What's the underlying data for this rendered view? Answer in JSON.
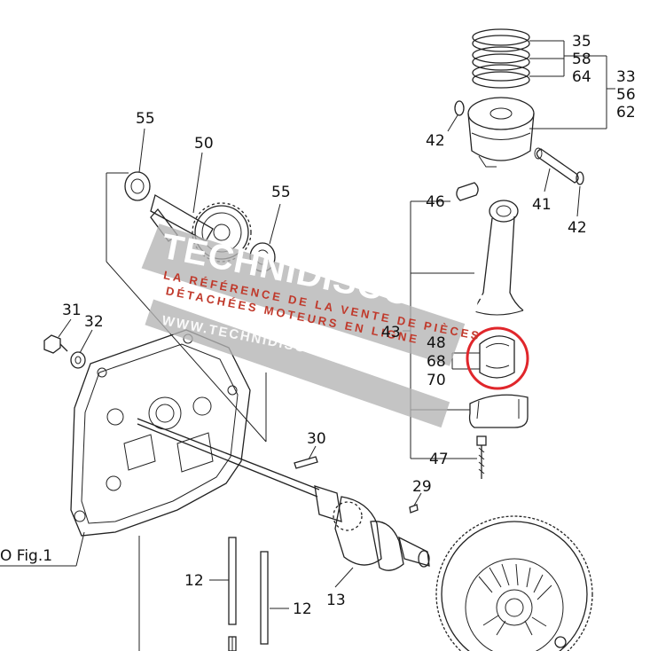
{
  "callouts": {
    "p35": "35",
    "p58": "58",
    "p64": "64",
    "p33": "33",
    "p56": "56",
    "p62": "62",
    "p42a": "42",
    "p42b": "42",
    "p41": "41",
    "p46": "46",
    "p43": "43",
    "p48": "48",
    "p68": "68",
    "p70": "70",
    "p47": "47",
    "p55a": "55",
    "p55b": "55",
    "p50": "50",
    "p31": "31",
    "p32": "32",
    "p30": "30",
    "p29": "29",
    "p12a": "12",
    "p12b": "12",
    "p13": "13",
    "fig_ref": "O Fig.1"
  },
  "watermark": {
    "brand": "TECHNIDISCOUNT",
    "tagline1": "LA RÉFÉRENCE DE LA VENTE DE PIÈCES",
    "tagline2": "DÉTACHÉES MOTEURS EN LIGNE",
    "url": "WWW.TECHNIDISCOUNT.COM"
  },
  "highlight": {
    "color": "#e0262b",
    "target": "68"
  }
}
